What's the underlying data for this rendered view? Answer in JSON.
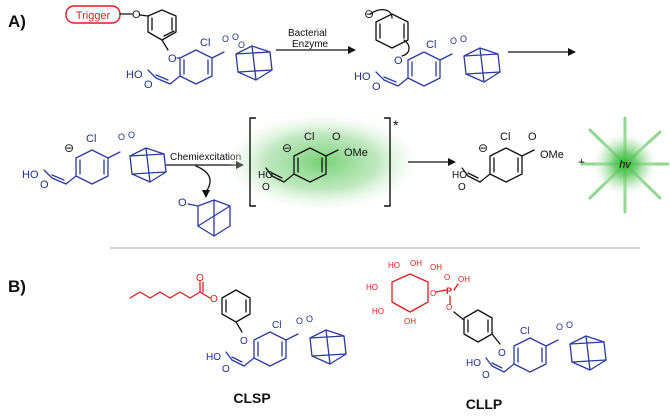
{
  "panels": {
    "a_label": "A)",
    "b_label": "B)"
  },
  "row1": {
    "trigger_label": "Trigger",
    "enzyme_label_line1": "Bacterial",
    "enzyme_label_line2": "Enzyme",
    "cl": "Cl",
    "o": "O",
    "ho": "HO",
    "oxygen": "O",
    "minus": "⊖"
  },
  "row2": {
    "chemiexcitation_label": "Chemiexcitation",
    "star": "*",
    "ome": "OMe",
    "plus": "+",
    "hv": "hv",
    "ketone_o": "O"
  },
  "panel_b": {
    "clsp_label": "CLSP",
    "cllp_label": "CLLP",
    "ho": "HO",
    "oh": "OH",
    "p": "P",
    "ester_o": "O"
  },
  "colors": {
    "scaffold_blue": "#1f2f8f",
    "trigger_red": "#e11b1b",
    "glow_green": "#3fbf3f",
    "black": "#111111"
  }
}
